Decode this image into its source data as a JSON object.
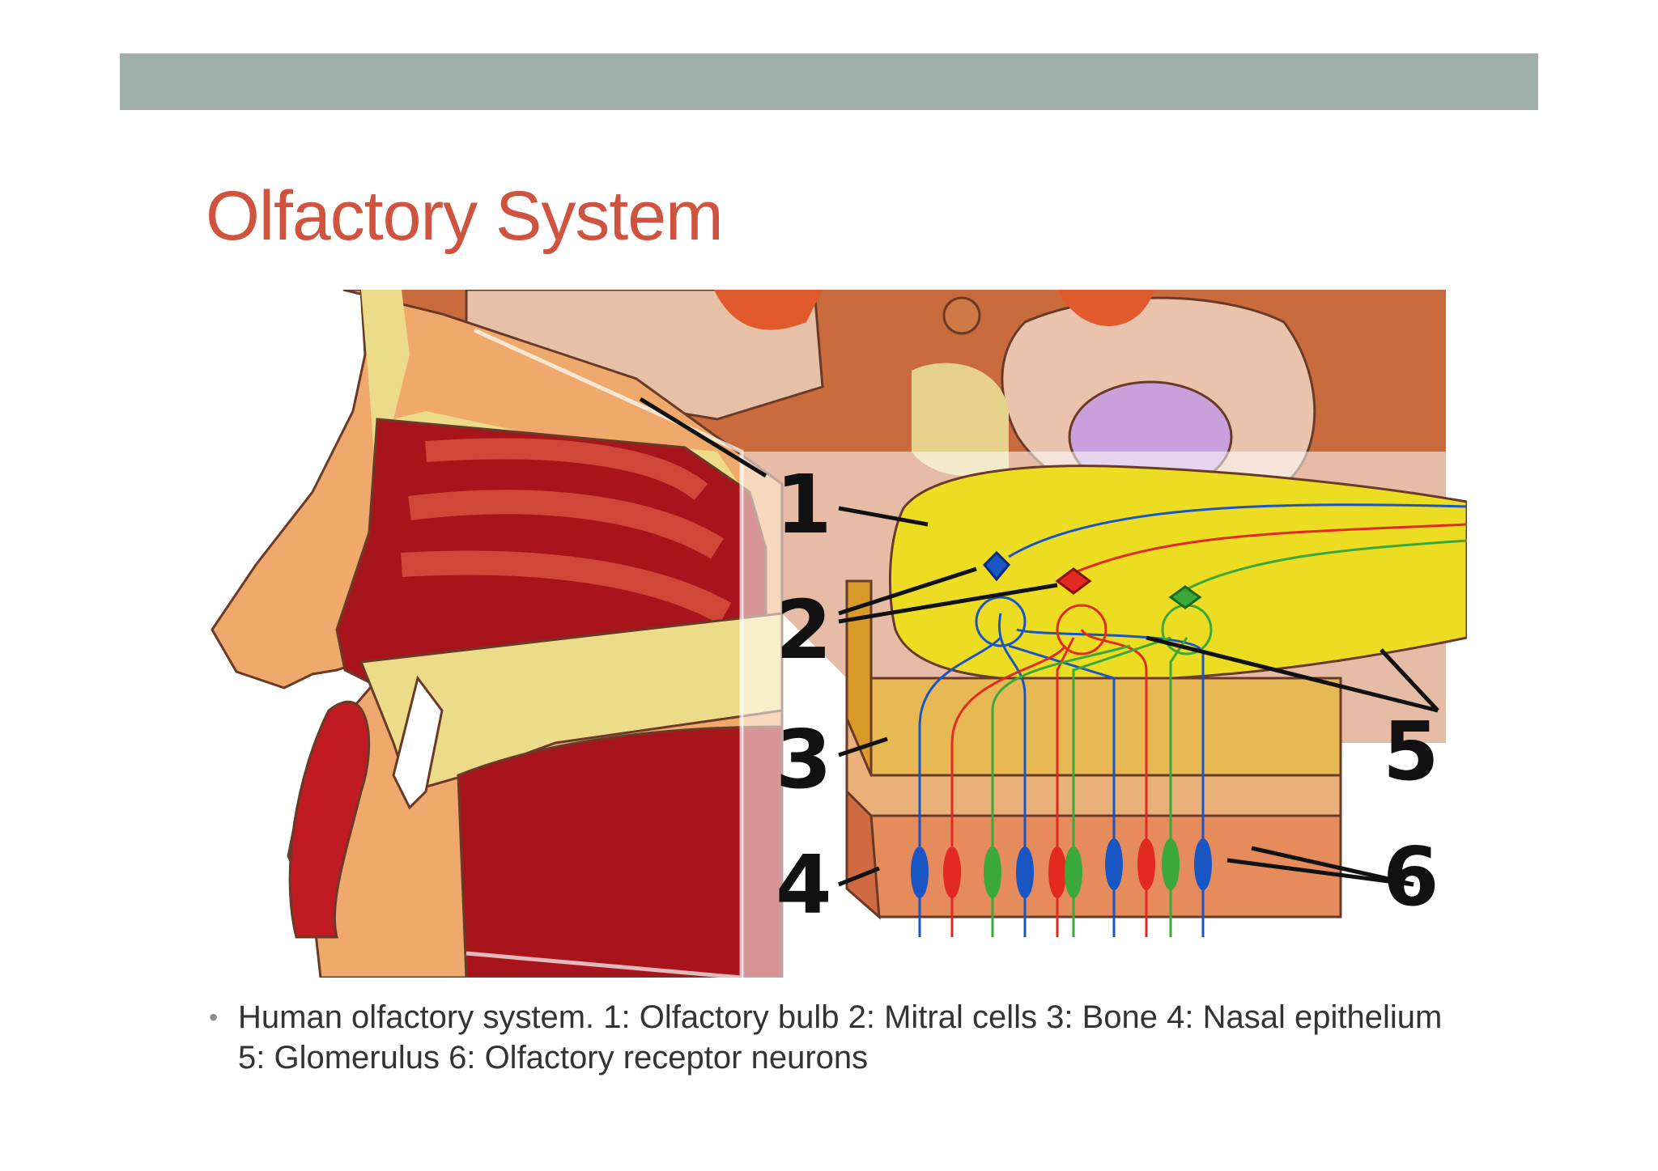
{
  "slide": {
    "title": "Olfactory System",
    "bullet_glyph": "•",
    "caption": "Human olfactory system. 1: Olfactory bulb 2: Mitral cells 3: Bone 4: Nasal epithelium 5: Glomerulus 6: Olfactory receptor neurons"
  },
  "figure": {
    "labels": [
      "1",
      "2",
      "3",
      "4",
      "5",
      "6"
    ]
  },
  "colors": {
    "header_bar": "#a2b0ab",
    "title": "#d0533f",
    "bulb": "#ecdc22",
    "bone": "#e6b955",
    "epithelium": "#e58b5c",
    "nasal_cavity": "#a8141b",
    "neuron_blue": "#1a55c4",
    "neuron_red": "#e22a22",
    "neuron_green": "#3aa83a"
  }
}
